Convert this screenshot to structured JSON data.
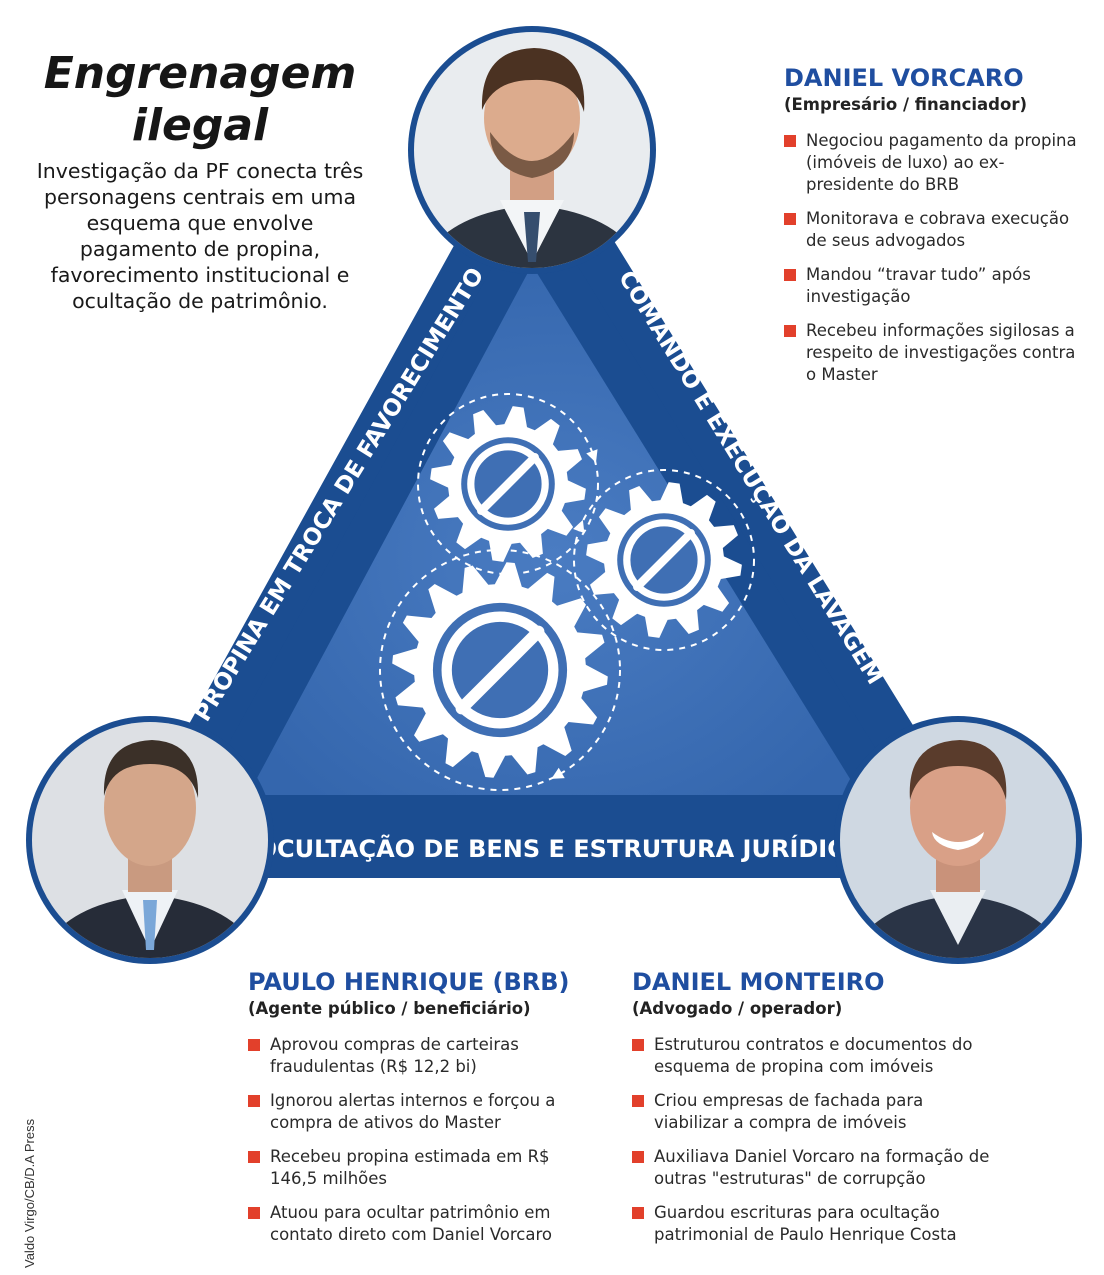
{
  "headline": {
    "title_line1": "Engrenagem",
    "title_line2": "ilegal",
    "subtitle": "Investigação da PF conecta três personagens centrais em uma esquema que envolve pagamento de propina, favorecimento institucional e ocultação de patrimônio."
  },
  "edges": {
    "left": "PROPINA EM TROCA DE FAVORECIMENTO",
    "right": "COMANDO E EXECUÇÃO DA LAVAGEM",
    "bottom": "OCULTAÇÃO DE BENS E ESTRUTURA JURÍDICA"
  },
  "people": {
    "vorcaro": {
      "name": "DANIEL VORCARO",
      "role": "(Empresário / financiador)",
      "items": [
        "Negociou pagamento da propina (imóveis de luxo) ao ex-presidente do BRB",
        "Monitorava e cobrava execução de seus advogados",
        "Mandou “travar tudo” após investigação",
        "Recebeu informações sigilosas a respeito de investigações contra o Master"
      ]
    },
    "paulo": {
      "name": "PAULO HENRIQUE (BRB)",
      "role": "(Agente público / beneficiário)",
      "items": [
        "Aprovou compras de carteiras fraudulentas (R$ 12,2 bi)",
        "Ignorou alertas internos e forçou a compra de ativos do Master",
        "Recebeu propina estimada em R$ 146,5 milhões",
        "Atuou para ocultar patrimônio em contato direto com Daniel Vorcaro"
      ]
    },
    "monteiro": {
      "name": "DANIEL MONTEIRO",
      "role": "(Advogado / operador)",
      "items": [
        "Estruturou contratos e documentos do esquema de propina com imóveis",
        "Criou empresas de fachada para viabilizar a compra de imóveis",
        "Auxiliava Daniel Vorcaro na formação de outras \"estruturas\" de corrupção",
        "Guardou escrituras para ocultação patrimonial de Paulo Henrique Costa"
      ]
    }
  },
  "credit": "Valdo Virgo/CB/D.A Press",
  "colors": {
    "triangle_fill": "#3f6fb4",
    "triangle_border": "#1b4d91",
    "accent_name": "#1f4ea0",
    "bullet": "#e2402b",
    "gear": "#ffffff"
  }
}
